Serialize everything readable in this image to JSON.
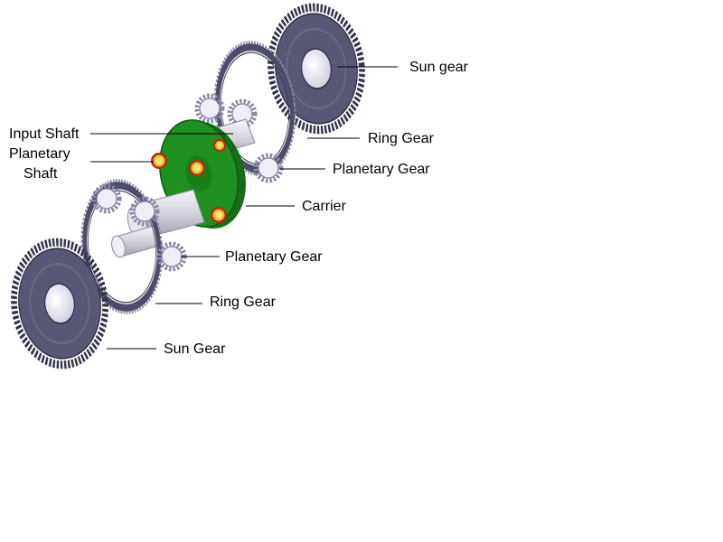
{
  "labels": {
    "sun_gear_top": "Sun gear",
    "ring_gear_top": "Ring Gear",
    "planetary_gear_top": "Planetary Gear",
    "input_shaft": "Input Shaft",
    "planetary_shaft_line1": "Planetary",
    "planetary_shaft_line2": "Shaft",
    "carrier": "Carrier",
    "planetary_gear_bottom": "Planetary Gear",
    "ring_gear_bottom": "Ring Gear",
    "sun_gear_bottom": "Sun Gear"
  },
  "colors": {
    "gear_dark": "#3b3b55",
    "gear_face": "#585876",
    "gear_light": "#a7a7c0",
    "carrier_green": "#1f8f1f",
    "pin_yellow": "#e9c21a",
    "pin_red": "#c0241c",
    "shaft_grey": "#d9d9e0"
  }
}
